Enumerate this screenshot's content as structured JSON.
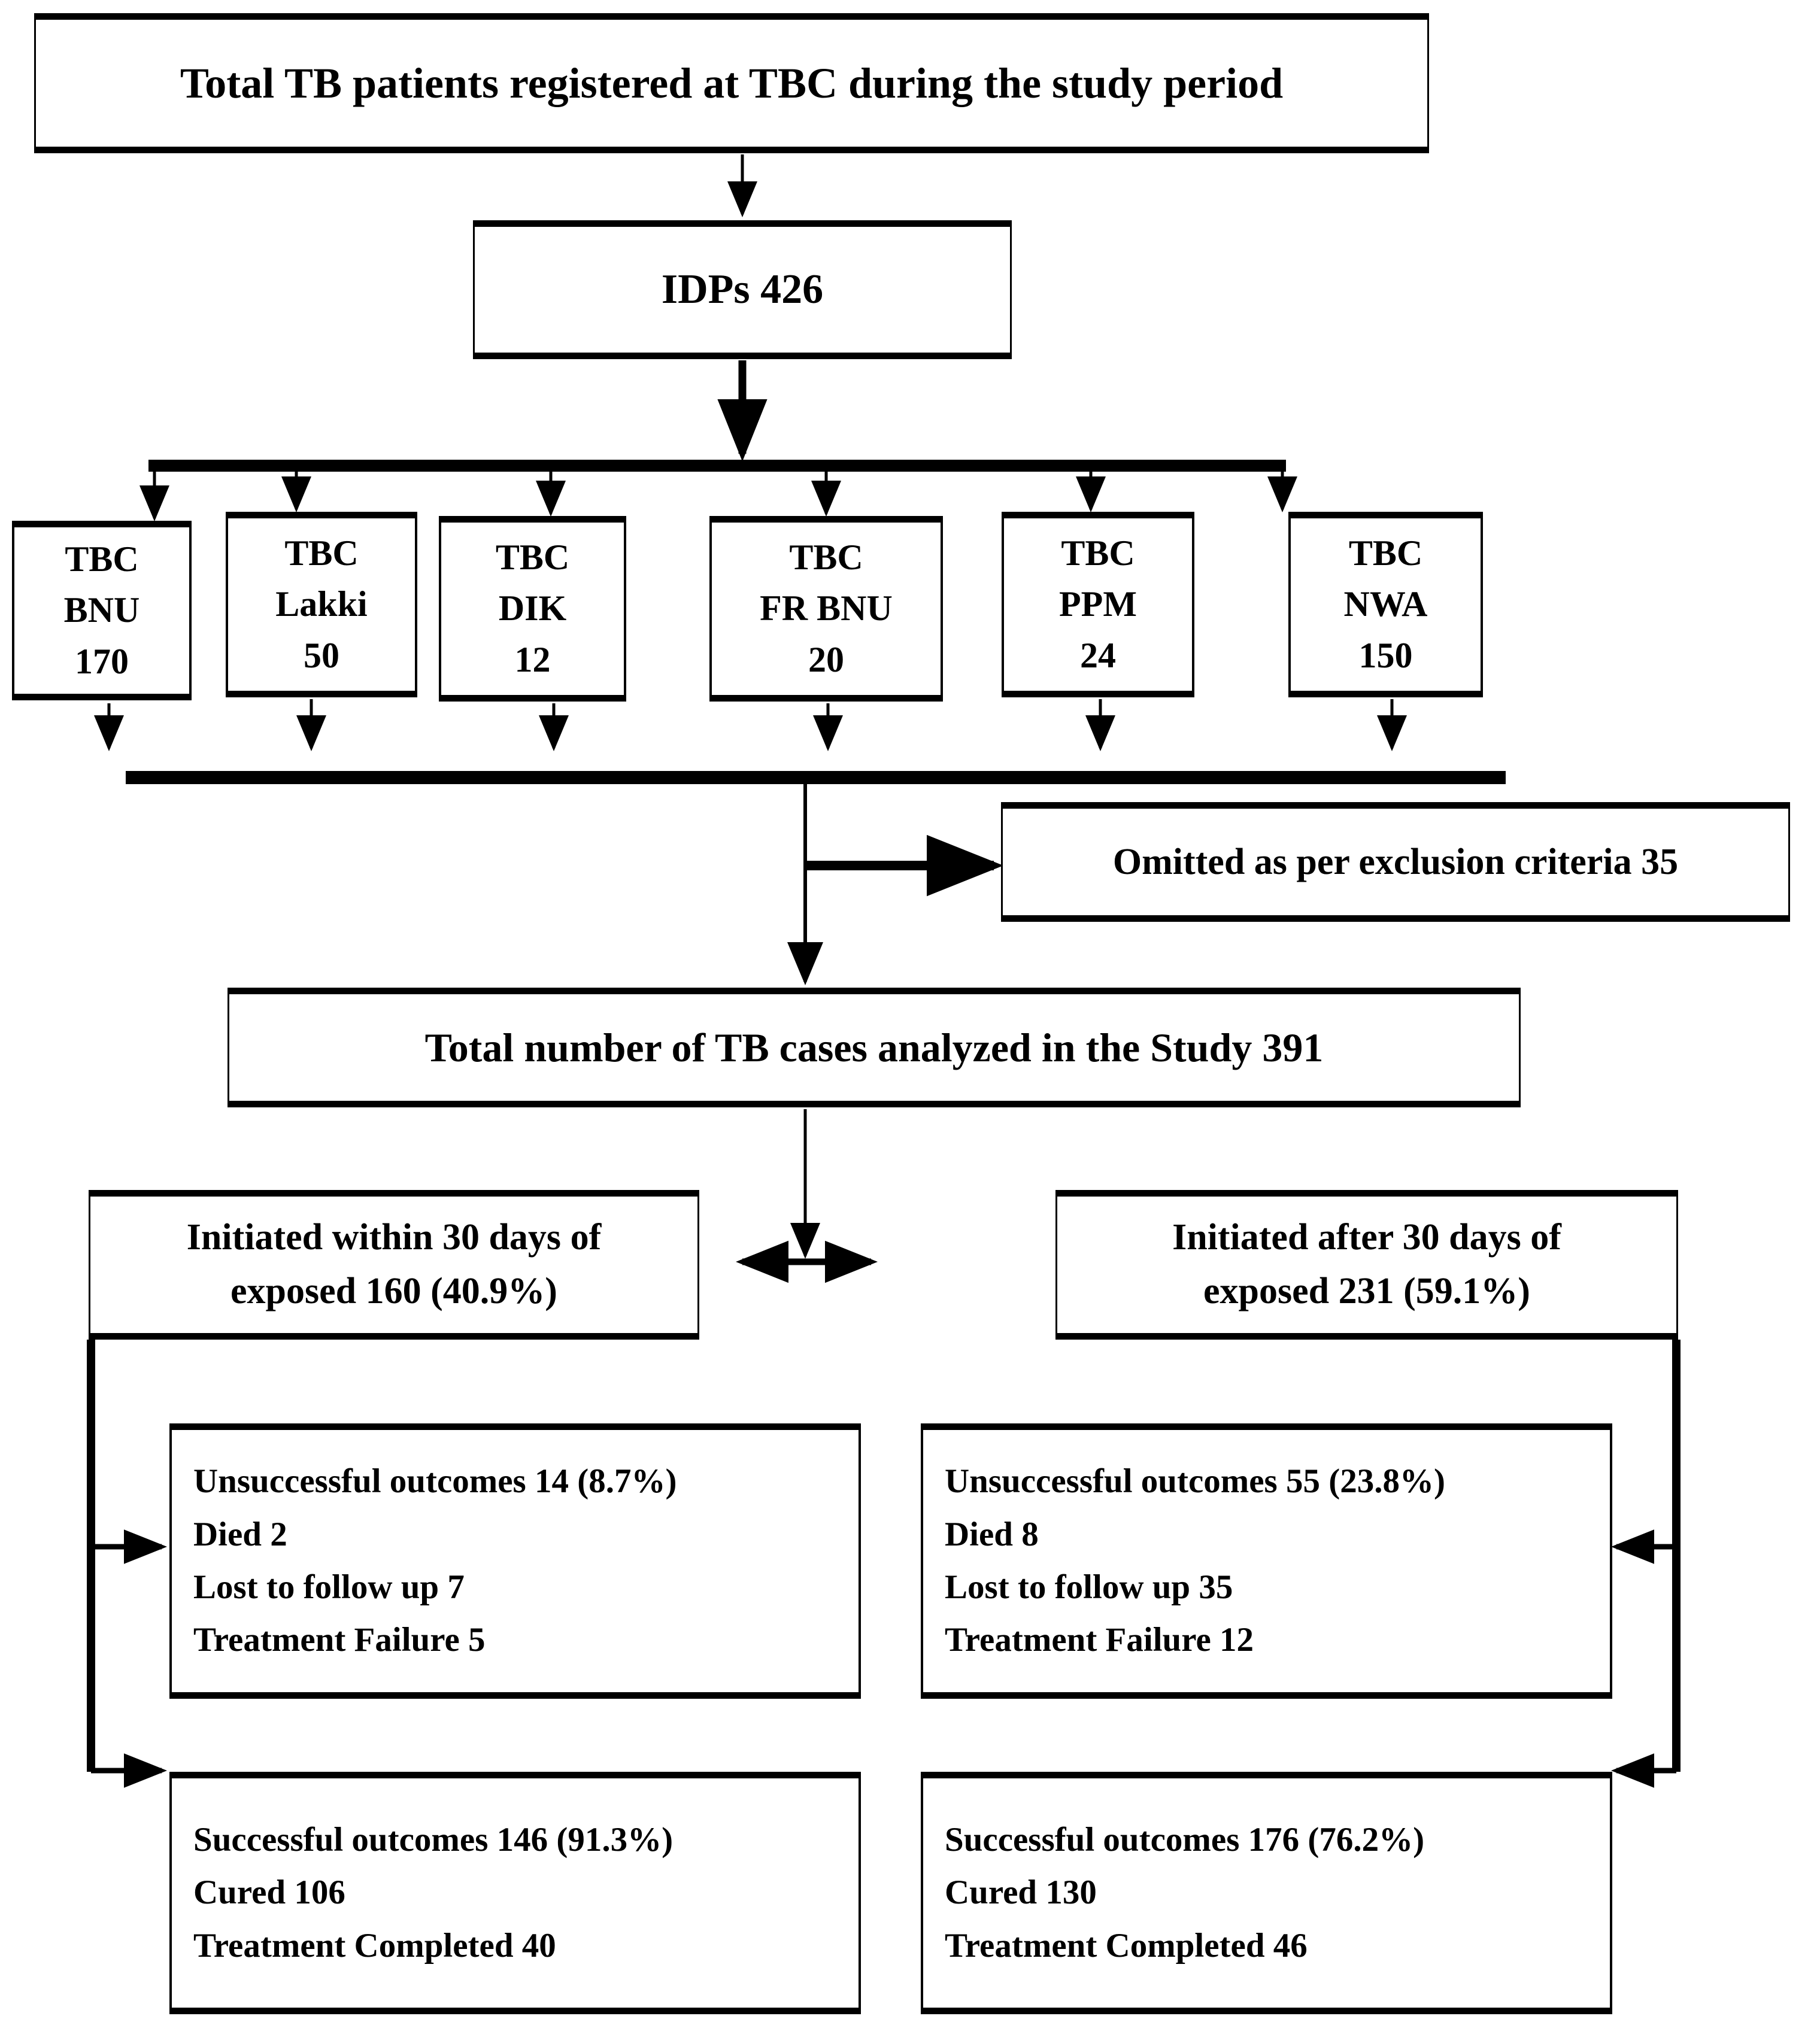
{
  "diagram": {
    "title": "TB patient study flow diagram",
    "ink_color": "#000000",
    "paper_color": "#ffffff"
  },
  "nodes": {
    "total_registered": "Total TB patients registered at TBC during the study period",
    "idps": "IDPs 426",
    "omitted": "Omitted as per exclusion criteria 35",
    "analyzed": "Total number of TB cases analyzed in the Study 391"
  },
  "centres": [
    {
      "name": "TBC",
      "site": "BNU",
      "count": "170"
    },
    {
      "name": "TBC",
      "site": "Lakki",
      "count": "50"
    },
    {
      "name": "TBC",
      "site": "DIK",
      "count": "12"
    },
    {
      "name": "TBC",
      "site": "FR BNU",
      "count": "20"
    },
    {
      "name": "TBC",
      "site": "PPM",
      "count": "24"
    },
    {
      "name": "TBC",
      "site": "NWA",
      "count": "150"
    }
  ],
  "arms": {
    "within_30": {
      "header_line1": "Initiated within 30 days of",
      "header_line2": "exposed 160 (40.9%)",
      "unsuccessful": {
        "headline": "Unsuccessful outcomes 14 (8.7%)",
        "died": "Died 2",
        "lost": "Lost to follow up 7",
        "failure": "Treatment Failure 5"
      },
      "successful": {
        "headline": "Successful outcomes 146 (91.3%)",
        "cured": "Cured 106",
        "completed": "Treatment Completed 40"
      }
    },
    "after_30": {
      "header_line1": "Initiated after 30 days of",
      "header_line2": "exposed 231 (59.1%)",
      "unsuccessful": {
        "headline": "Unsuccessful outcomes 55 (23.8%)",
        "died": "Died 8",
        "lost": "Lost to follow up 35",
        "failure": "Treatment Failure 12"
      },
      "successful": {
        "headline": "Successful outcomes 176 (76.2%)",
        "cured": "Cured 130",
        "completed": "Treatment Completed 46"
      }
    }
  },
  "chart_data": {
    "type": "table",
    "title": "TB patient study flow diagram",
    "categories": [
      "TBC BNU",
      "TBC Lakki",
      "TBC DIK",
      "TBC FR BNU",
      "TBC PPM",
      "TBC NWA"
    ],
    "values": [
      170,
      50,
      12,
      20,
      24,
      150
    ],
    "totals": {
      "idps": 426,
      "omitted_exclusion_criteria": 35,
      "analyzed": 391,
      "initiated_within_30_days": 160,
      "initiated_within_30_days_pct": 40.9,
      "initiated_after_30_days": 231,
      "initiated_after_30_days_pct": 59.1
    },
    "outcomes": [
      {
        "arm": "Initiated within 30 days",
        "unsuccessful": 14,
        "unsuccessful_pct": 8.7,
        "died": 2,
        "lost_to_follow_up": 7,
        "treatment_failure": 5,
        "successful": 146,
        "successful_pct": 91.3,
        "cured": 106,
        "treatment_completed": 40
      },
      {
        "arm": "Initiated after 30 days",
        "unsuccessful": 55,
        "unsuccessful_pct": 23.8,
        "died": 8,
        "lost_to_follow_up": 35,
        "treatment_failure": 12,
        "successful": 176,
        "successful_pct": 76.2,
        "cured": 130,
        "treatment_completed": 46
      }
    ]
  }
}
